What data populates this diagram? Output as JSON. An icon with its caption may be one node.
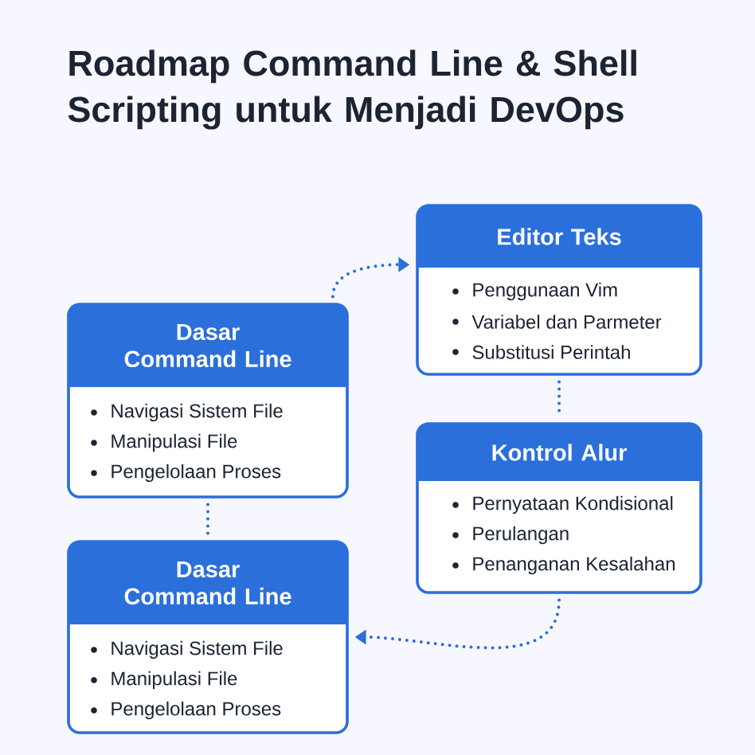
{
  "diagram": {
    "title": "Roadmap Command Line & Shell Scripting untuk Menjadi DevOps",
    "nodes": [
      {
        "text": [
          "Dasar Command Line",
          "Navigasi Sistem File",
          "Manipulasi File",
          "Pengelolaan Proses"
        ]
      },
      {
        "text": [
          "Editor Teks",
          "Penggunaan Vim",
          "Variabel dan Parmeter",
          "Substitusi Perintah"
        ]
      },
      {
        "text": [
          "Kontrol Alur",
          "Pernyataan Kondisional",
          "Perulangan",
          "Penanganan Kesalahan"
        ]
      },
      {
        "text": [
          "Dasar Command Line",
          "Navigasi Sistem File",
          "Manipulasi File",
          "Pengelolaan Proses"
        ]
      }
    ],
    "edges": [
      {
        "from": 0,
        "to": 1,
        "arrow": "to"
      },
      {
        "from": 1,
        "to": 2,
        "arrow": "none"
      },
      {
        "from": 2,
        "to": 3,
        "arrow": "to"
      },
      {
        "from": 0,
        "to": 3,
        "arrow": "none"
      }
    ]
  }
}
